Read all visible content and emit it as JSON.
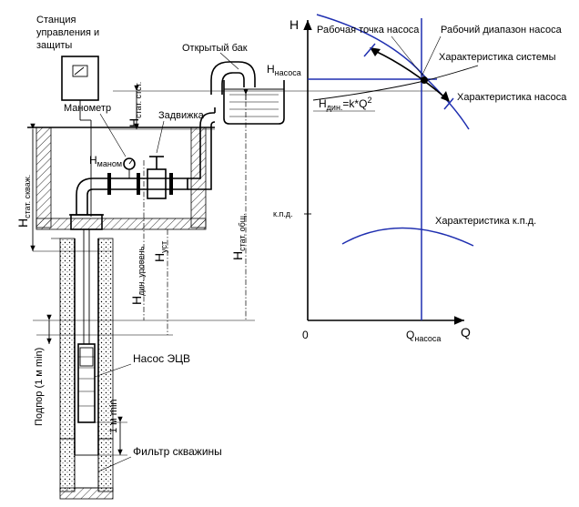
{
  "left": {
    "station_line1": "Станция",
    "station_line2": "управления и",
    "station_line3": "защиты",
    "open_tank": "Открытый бак",
    "h_pump": "H",
    "h_pump_sub": "насоса",
    "manometer": "Манометр",
    "valve": "Задвижка",
    "h_stat_stat": "H",
    "h_stat_stat_sub": "стат. стст.",
    "h_manom": "H",
    "h_manom_sub": "маном",
    "h_stat_well": "H",
    "h_stat_well_sub": "стат. скваж.",
    "h_din_level": "H",
    "h_din_level_sub": "дин. уровень",
    "h_ust": "H",
    "h_ust_sub": "уст",
    "h_stat_total": "H",
    "h_stat_total_sub": "стат. общ.",
    "backwater": "Подпор (1 м min)",
    "one_m_min": "1 м min",
    "pump_label": "Насос ЭЦВ",
    "filter_label": "Фильтр скважины"
  },
  "right": {
    "axis_h": "H",
    "axis_q": "Q",
    "origin": "0",
    "efficiency_axis": "к.п.д.",
    "q_pump": "Q",
    "q_pump_sub": "насоса",
    "working_point": "Рабочая точка насоса",
    "working_range": "Рабочий диапазон насоса",
    "system_curve": "Характеристика системы",
    "pump_curve": "Характеристика насоса",
    "efficiency_curve": "Характеристика к.п.д.",
    "formula_h": "H",
    "formula_sub": "дин.",
    "formula_rest": "=k*Q",
    "formula_exp": "2"
  },
  "colors": {
    "curves": "#1f2fb0",
    "lines": "#000000"
  }
}
